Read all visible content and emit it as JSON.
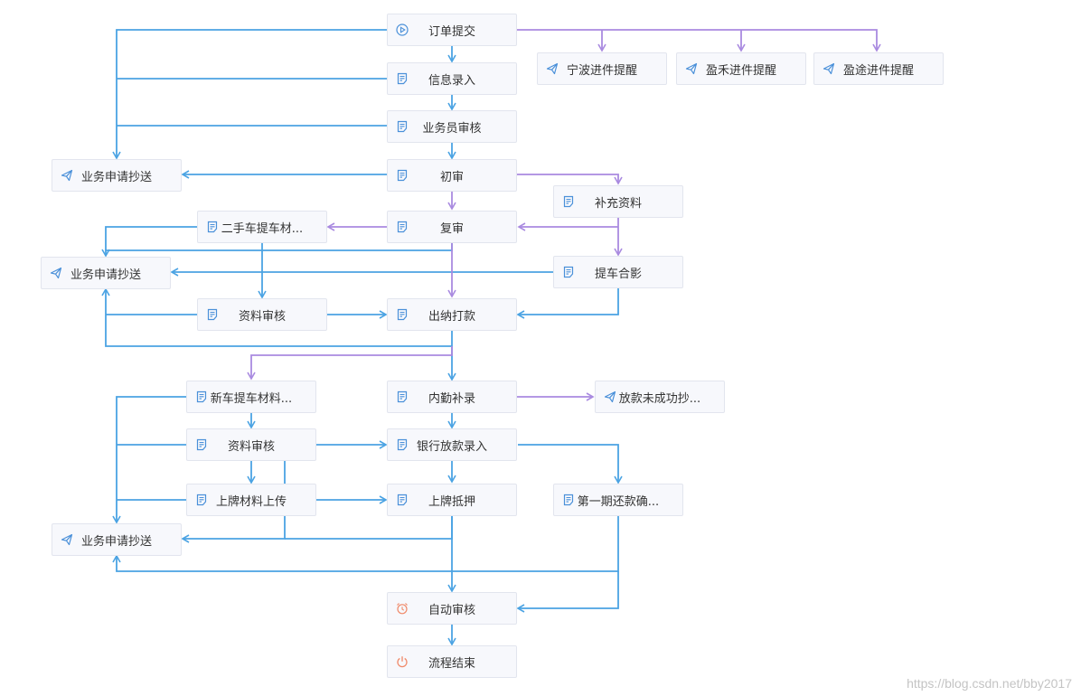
{
  "nodes": {
    "order_submit": {
      "label": "订单提交",
      "icon": "play-icon"
    },
    "info_entry": {
      "label": "信息录入",
      "icon": "document-icon"
    },
    "salesman_review": {
      "label": "业务员审核",
      "icon": "document-icon"
    },
    "first_review": {
      "label": "初审",
      "icon": "document-icon"
    },
    "second_review": {
      "label": "复审",
      "icon": "document-icon"
    },
    "cashier_pay": {
      "label": "出纳打款",
      "icon": "document-icon"
    },
    "internal_entry": {
      "label": "内勤补录",
      "icon": "document-icon"
    },
    "bank_loan_entry": {
      "label": "银行放款录入",
      "icon": "document-icon"
    },
    "plate_mortgage": {
      "label": "上牌抵押",
      "icon": "document-icon"
    },
    "auto_review": {
      "label": "自动审核",
      "icon": "alarm-clock-icon"
    },
    "flow_end": {
      "label": "流程结束",
      "icon": "power-icon"
    },
    "ningbo_remind": {
      "label": "宁波进件提醒",
      "icon": "send-icon"
    },
    "yinghe_remind": {
      "label": "盈禾进件提醒",
      "icon": "send-icon"
    },
    "yingtu_remind": {
      "label": "盈途进件提醒",
      "icon": "send-icon"
    },
    "cc1": {
      "label": "业务申请抄送",
      "icon": "send-icon"
    },
    "cc2": {
      "label": "业务申请抄送",
      "icon": "send-icon"
    },
    "cc3": {
      "label": "业务申请抄送",
      "icon": "send-icon"
    },
    "supplement": {
      "label": "补充资料",
      "icon": "document-icon"
    },
    "used_car": {
      "label": "二手车提车材...",
      "icon": "document-icon"
    },
    "pickup_photo": {
      "label": "提车合影",
      "icon": "document-icon"
    },
    "doc_review1": {
      "label": "资料审核",
      "icon": "document-icon"
    },
    "new_car": {
      "label": "新车提车材料...",
      "icon": "document-icon"
    },
    "doc_review2": {
      "label": "资料审核",
      "icon": "document-icon"
    },
    "plate_upload": {
      "label": "上牌材料上传",
      "icon": "document-icon"
    },
    "loan_fail_cc": {
      "label": "放款未成功抄...",
      "icon": "send-icon"
    },
    "first_repay": {
      "label": "第一期还款确...",
      "icon": "document-icon"
    }
  },
  "colors": {
    "blue_line": "#4ba3e3",
    "purple_line": "#a98ae0",
    "icon_blue": "#4a90d9",
    "icon_orange": "#f08a6a"
  },
  "watermark": "https://blog.csdn.net/bby2017"
}
